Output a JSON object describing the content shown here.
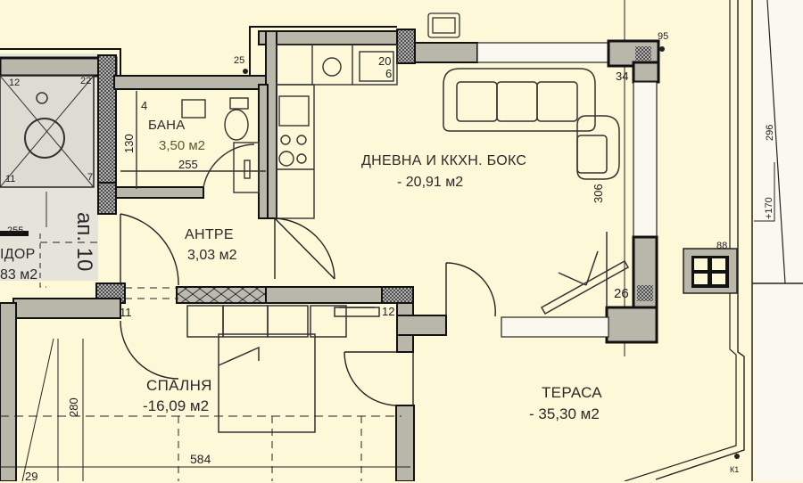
{
  "plan": {
    "background_color": "#fdf8d8",
    "wall_color": "#111111",
    "wall_fill_color": "#b9b6aa",
    "shared_area_color": "#e6e3da",
    "exterior_color": "#fbf9ef"
  },
  "rooms": {
    "bathroom": {
      "name": "БАНА",
      "area": "3,50 м2",
      "width_dim": "255",
      "height_dim": "130",
      "marker": "4"
    },
    "living_kitchen": {
      "name": "ДНЕВНА И ККХН. БОКС",
      "area": "- 20,91 м2",
      "depth_dim": "306"
    },
    "entry": {
      "name": "АНТРЕ",
      "area": "3,03 м2"
    },
    "bedroom": {
      "name": "СПАЛНЯ",
      "area": "-16,09 м2",
      "width_dim": "584",
      "height_dim": "280"
    },
    "terrace": {
      "name": "ТЕРАСА",
      "area": "- 35,30 м2"
    },
    "corridor": {
      "name_partial": "ІДОР",
      "area_partial": "83 м2",
      "dim": "255"
    },
    "apartment_label": "ап. 10"
  },
  "annotations": {
    "elevator_marks": [
      "12",
      "22",
      "11",
      "7"
    ],
    "column_25": "25",
    "kitchen_20": "20",
    "kitchen_6": "6",
    "riser_95": "95",
    "corner_34": "34",
    "corner_26": "26",
    "vent_88": "88",
    "mark_11": "11",
    "mark_12": "12",
    "mark_29": "29",
    "drain_k1": "К1",
    "slope_296": "296",
    "level_170": "+170"
  }
}
